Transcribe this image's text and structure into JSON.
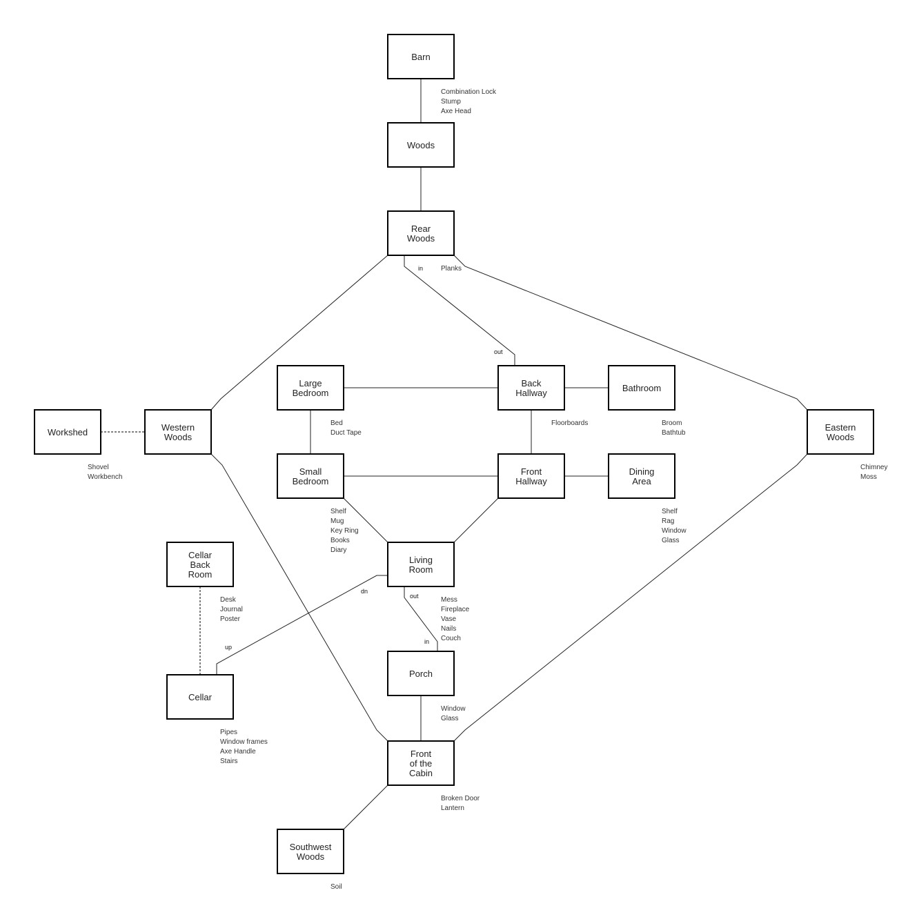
{
  "rooms": [
    {
      "id": "barn",
      "name": [
        "Barn"
      ],
      "items": [
        "Combination Lock",
        "Stump",
        "Axe Head"
      ]
    },
    {
      "id": "woods",
      "name": [
        "Woods"
      ],
      "items": []
    },
    {
      "id": "rear_woods",
      "name": [
        "Rear",
        "Woods"
      ],
      "items": [
        "Planks"
      ]
    },
    {
      "id": "large_bedroom",
      "name": [
        "Large",
        "Bedroom"
      ],
      "items": [
        "Bed",
        "Duct Tape"
      ]
    },
    {
      "id": "back_hallway",
      "name": [
        "Back",
        "Hallway"
      ],
      "items": [
        "Floorboards"
      ]
    },
    {
      "id": "bathroom",
      "name": [
        "Bathroom"
      ],
      "items": [
        "Broom",
        "Bathtub"
      ]
    },
    {
      "id": "workshed",
      "name": [
        "Workshed"
      ],
      "items": [
        "Shovel",
        "Workbench"
      ]
    },
    {
      "id": "western_woods",
      "name": [
        "Western",
        "Woods"
      ],
      "items": []
    },
    {
      "id": "eastern_woods",
      "name": [
        "Eastern",
        "Woods"
      ],
      "items": [
        "Chimney",
        "Moss"
      ]
    },
    {
      "id": "small_bedroom",
      "name": [
        "Small",
        "Bedroom"
      ],
      "items": [
        "Shelf",
        "Mug",
        "Key Ring",
        "Books",
        "Diary"
      ]
    },
    {
      "id": "front_hallway",
      "name": [
        "Front",
        "Hallway"
      ],
      "items": []
    },
    {
      "id": "dining_area",
      "name": [
        "Dining",
        "Area"
      ],
      "items": [
        "Shelf",
        "Rag",
        "Window",
        "Glass"
      ]
    },
    {
      "id": "living_room",
      "name": [
        "Living",
        "Room"
      ],
      "items": [
        "Mess",
        "Fireplace",
        "Vase",
        "Nails",
        "Couch"
      ]
    },
    {
      "id": "cellar_back_room",
      "name": [
        "Cellar",
        "Back",
        "Room"
      ],
      "items": [
        "Desk",
        "Journal",
        "Poster"
      ]
    },
    {
      "id": "cellar",
      "name": [
        "Cellar"
      ],
      "items": [
        "Pipes",
        "Window frames",
        "Axe Handle",
        "Stairs"
      ]
    },
    {
      "id": "porch",
      "name": [
        "Porch"
      ],
      "items": [
        "Window",
        "Glass"
      ]
    },
    {
      "id": "front_of_cabin",
      "name": [
        "Front",
        "of the",
        "Cabin"
      ],
      "items": [
        "Broken Door",
        "Lantern"
      ]
    },
    {
      "id": "southwest_woods",
      "name": [
        "Southwest",
        "Woods"
      ],
      "items": [
        "Soil"
      ]
    }
  ],
  "connections": [
    {
      "id": "barn-woods",
      "from": "barn",
      "to": "woods"
    },
    {
      "id": "woods-rear",
      "from": "woods",
      "to": "rear_woods"
    },
    {
      "id": "rear-western",
      "from": "rear_woods",
      "to": "western_woods"
    },
    {
      "id": "rear-back",
      "from": "rear_woods",
      "to": "back_hallway",
      "from_label": "in",
      "to_label": "out"
    },
    {
      "id": "rear-eastern",
      "from": "rear_woods",
      "to": "eastern_woods"
    },
    {
      "id": "large-back",
      "from": "large_bedroom",
      "to": "back_hallway"
    },
    {
      "id": "back-bath",
      "from": "back_hallway",
      "to": "bathroom"
    },
    {
      "id": "large-small",
      "from": "large_bedroom",
      "to": "small_bedroom"
    },
    {
      "id": "back-front",
      "from": "back_hallway",
      "to": "front_hallway"
    },
    {
      "id": "small-front",
      "from": "small_bedroom",
      "to": "front_hallway"
    },
    {
      "id": "front-dining",
      "from": "front_hallway",
      "to": "dining_area"
    },
    {
      "id": "small-living",
      "from": "small_bedroom",
      "to": "living_room"
    },
    {
      "id": "fronthall-living",
      "from": "front_hallway",
      "to": "living_room"
    },
    {
      "id": "living-cellar",
      "from": "living_room",
      "to": "cellar",
      "from_label": "dn",
      "to_label": "up"
    },
    {
      "id": "living-porch",
      "from": "living_room",
      "to": "porch",
      "from_label": "out",
      "to_label": "in"
    },
    {
      "id": "porch-front",
      "from": "porch",
      "to": "front_of_cabin"
    },
    {
      "id": "western-front",
      "from": "western_woods",
      "to": "front_of_cabin"
    },
    {
      "id": "eastern-front",
      "from": "eastern_woods",
      "to": "front_of_cabin"
    },
    {
      "id": "front-sw",
      "from": "front_of_cabin",
      "to": "southwest_woods"
    },
    {
      "id": "workshed-western",
      "from": "workshed",
      "to": "western_woods",
      "style": "dashed"
    },
    {
      "id": "cellarback-cellar",
      "from": "cellar_back_room",
      "to": "cellar",
      "style": "dashed"
    }
  ]
}
